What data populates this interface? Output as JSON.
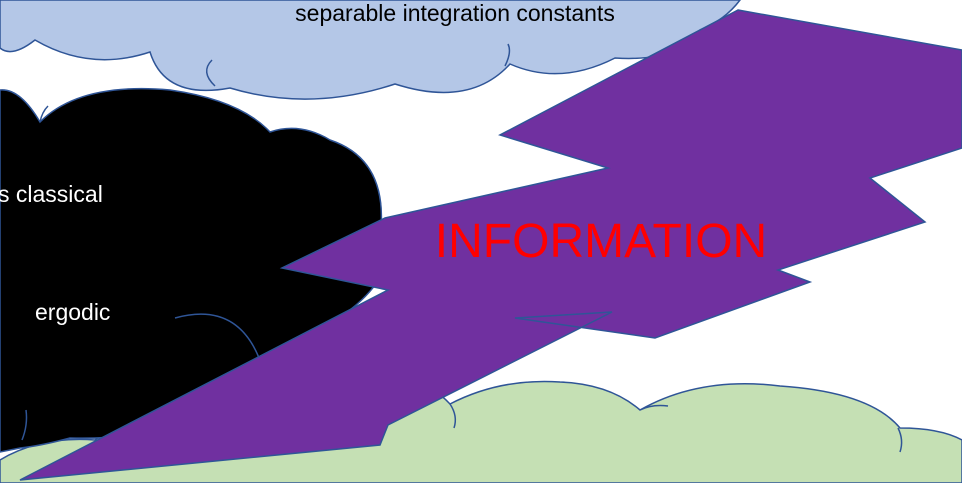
{
  "clouds": {
    "top": {
      "label": "separable integration constants",
      "fill": "#b4c7e7",
      "stroke": "#2f5597"
    },
    "dark": {
      "labels": [
        "s classical",
        "ergodic"
      ],
      "fill": "#000000",
      "stroke": "#2f5597",
      "text_color": "#ffffff"
    },
    "bottom": {
      "fill": "#c5e0b4",
      "stroke": "#2f5597"
    }
  },
  "bolt": {
    "label": "INFORMATION",
    "fill": "#7030a0",
    "stroke": "#2f5597",
    "text_color": "#ff0000"
  }
}
